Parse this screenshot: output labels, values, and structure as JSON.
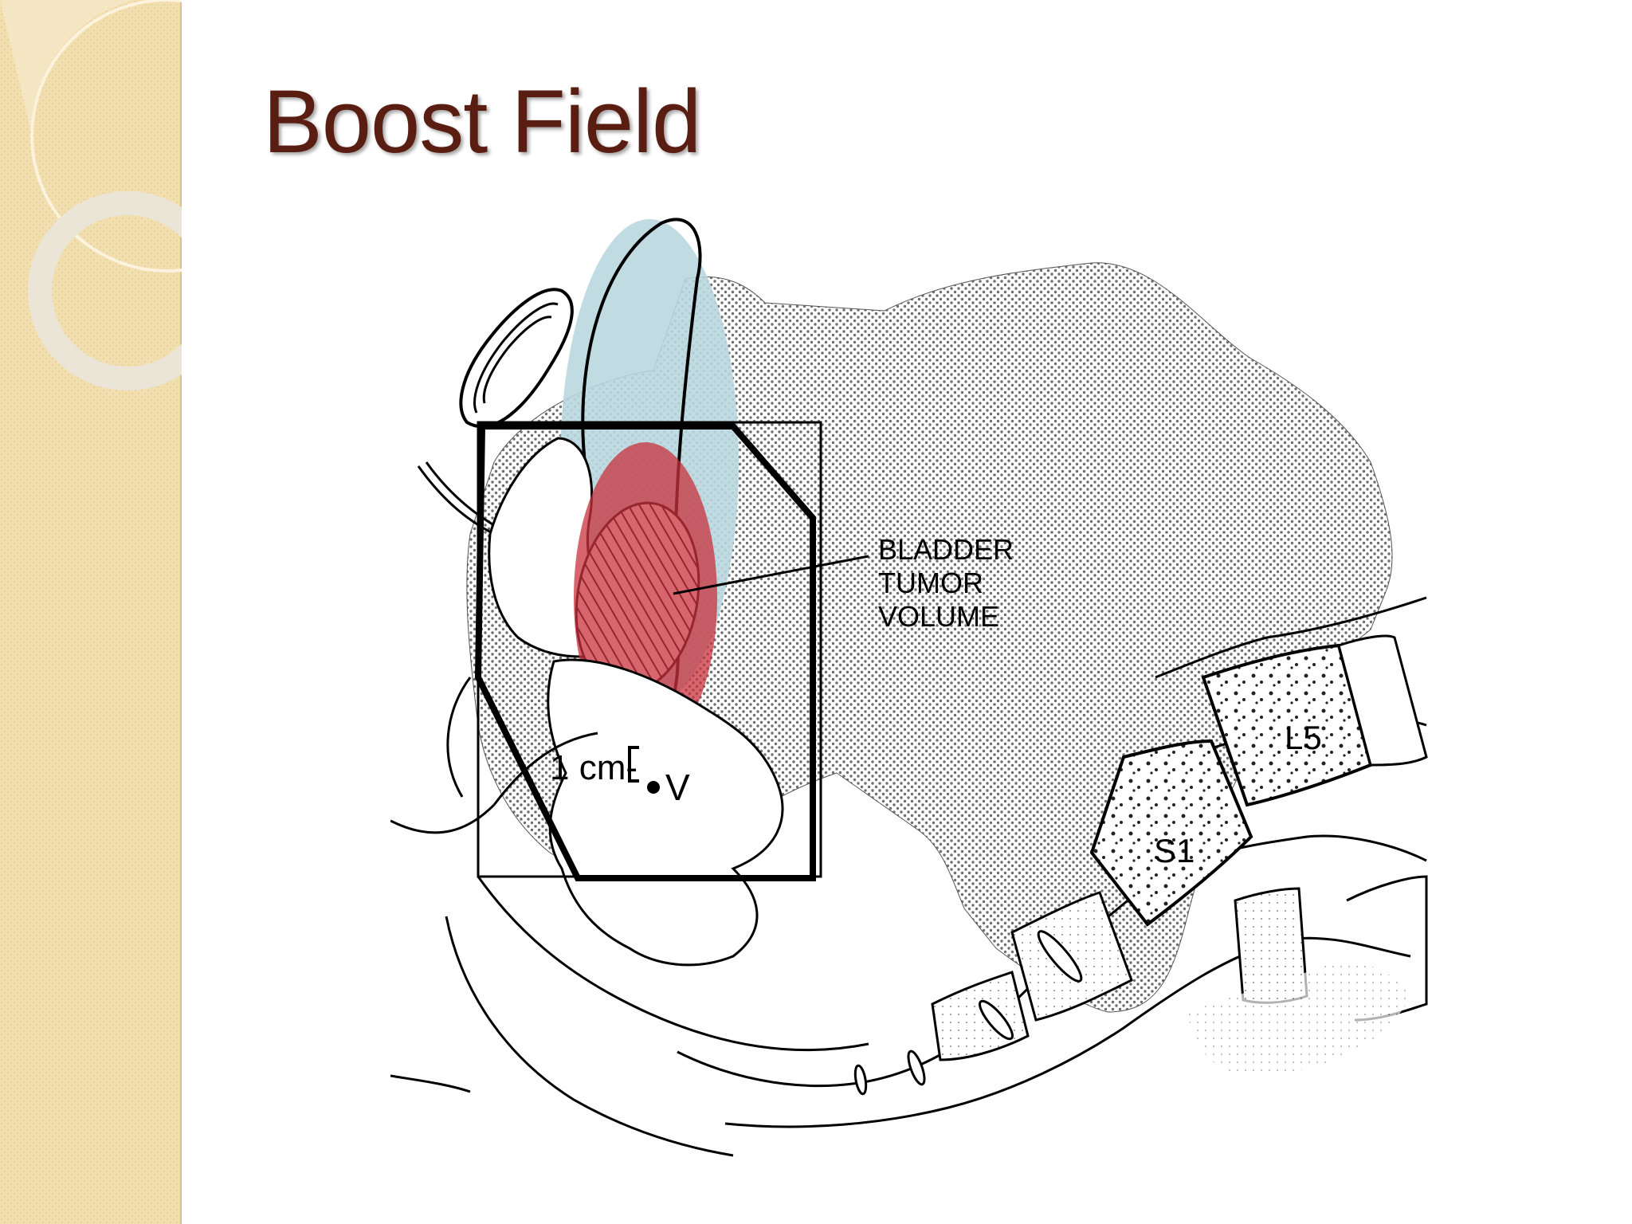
{
  "slide": {
    "title": "Boost Field"
  },
  "diagram": {
    "label_bladder_line1": "BLADDER",
    "label_bladder_line2": "TUMOR",
    "label_bladder_line3": "VOLUME",
    "label_margin": "1 cm-",
    "label_v": "V",
    "label_l5": "L5",
    "label_s1": "S1"
  },
  "colors": {
    "title": "#5a1d12",
    "sidebar": "#f2dfb0",
    "bladder_highlight": "#b9d7df",
    "tumor_highlight": "#c8323c",
    "stipple": "#9a9a9a"
  }
}
